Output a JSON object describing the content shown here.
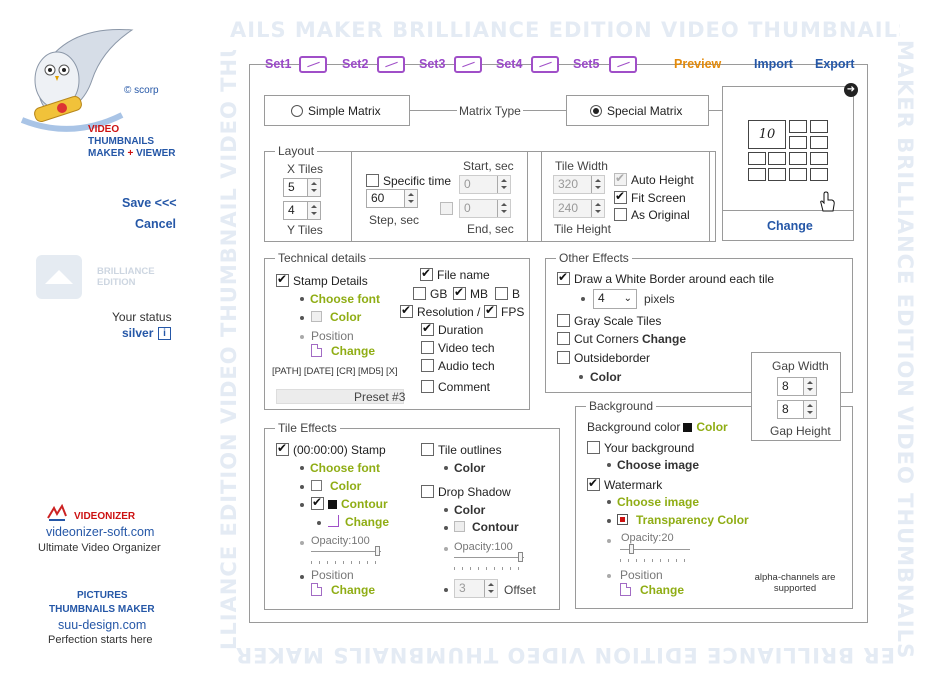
{
  "watermark": {
    "top": "AILS MAKER BRILLIANCE EDITION VIDEO THUMBNAILS M",
    "bottom": "ER BRILLIANCE EDITION VIDEO THUMBNAILS MAKER BRI",
    "left": "LLIANCE EDITION VIDEO THUMBNAIL VIDEO THUMBN",
    "right": "MAKER BRILLIANCE EDITION VIDEO THUMBNAILS MAK"
  },
  "sidebar": {
    "copyright": "© scorp",
    "product_lines": [
      "VIDEO",
      "THUMBNAILS",
      "MAKER",
      "+",
      "VIEWER"
    ],
    "save": "Save <<<",
    "cancel": "Cancel",
    "brilliance_lines": [
      "BRILLIANCE",
      "EDITION"
    ],
    "status_label": "Your status",
    "status_value": "silver",
    "info_glyph": "i",
    "videonizer_title": "VIDEONIZER",
    "videonizer_url": "videonizer-soft.com",
    "videonizer_tag": "Ultimate Video Organizer",
    "pictures_title1": "PICTURES",
    "pictures_title2": "THUMBNAILS MAKER",
    "pictures_url": "suu-design.com",
    "pictures_tag": "Perfection starts here"
  },
  "tabs": {
    "sets": [
      "Set1",
      "Set2",
      "Set3",
      "Set4",
      "Set5"
    ],
    "preview": "Preview",
    "import": "Import",
    "export": "Export"
  },
  "matrix": {
    "simple": "Simple Matrix",
    "type_label": "Matrix Type",
    "special": "Special Matrix",
    "preview_number": "10",
    "change": "Change",
    "selected": "special"
  },
  "layout": {
    "legend": "Layout",
    "x_tiles_label": "X Tiles",
    "x_tiles": "5",
    "y_tiles": "4",
    "y_tiles_label": "Y Tiles",
    "specific_time": "Specific time",
    "step_value": "60",
    "step_label": "Step, sec",
    "start_label": "Start, sec",
    "start_value": "0",
    "end_value": "0",
    "end_label": "End, sec",
    "tile_width_label": "Tile Width",
    "tile_width": "320",
    "tile_height": "240",
    "tile_height_label": "Tile Height",
    "auto_height": "Auto Height",
    "fit_screen": "Fit Screen",
    "as_original": "As Original"
  },
  "technical": {
    "legend": "Technical  details",
    "stamp_details": "Stamp Details",
    "choose_font": "Choose font",
    "color": "Color",
    "position": "Position",
    "change": "Change",
    "tokens": "[PATH] [DATE] [CR] [MD5] [X]",
    "preset": "Preset #3",
    "file_name": "File name",
    "gb": "GB",
    "mb": "MB",
    "b": "B",
    "resolution": "Resolution /",
    "fps": "FPS",
    "duration": "Duration",
    "video_tech": "Video tech",
    "audio_tech": "Audio tech",
    "comment": "Comment"
  },
  "other": {
    "legend": "Other Effects",
    "white_border": "Draw a White Border around each tile",
    "border_value": "4",
    "pixels": "pixels",
    "gray": "Gray Scale Tiles",
    "cut": "Cut Corners",
    "cut_change": "Change",
    "outside": "Outsideborder",
    "color": "Color",
    "gap_width_label": "Gap Width",
    "gap_width": "8",
    "gap_height": "8",
    "gap_height_label": "Gap Height"
  },
  "tile_effects": {
    "legend": "Tile Effects",
    "stamp": "(00:00:00) Stamp",
    "choose_font": "Choose font",
    "color": "Color",
    "contour": "Contour",
    "change": "Change",
    "opacity": "Opacity:100",
    "position": "Position",
    "pos_change": "Change",
    "tile_outlines": "Tile outlines",
    "outline_color": "Color",
    "drop_shadow": "Drop Shadow",
    "shadow_color": "Color",
    "shadow_contour": "Contour",
    "shadow_opacity": "Opacity:100",
    "offset_value": "3",
    "offset_label": "Offset"
  },
  "background": {
    "legend": "Background",
    "bg_color": "Background color",
    "bg_color_link": "Color",
    "your_bg": "Your background",
    "choose_image": "Choose image",
    "watermark": "Watermark",
    "wm_choose_image": "Choose image",
    "transparency": "Transparency Color",
    "opacity": "Opacity:20",
    "position": "Position",
    "change": "Change",
    "alpha_note1": "alpha-channels are",
    "alpha_note2": "supported"
  },
  "colors": {
    "purple": "#9b49c9",
    "orange": "#e38a0a",
    "blue_link": "#2557a7",
    "olive": "#8fad14",
    "red": "#cc1111"
  }
}
